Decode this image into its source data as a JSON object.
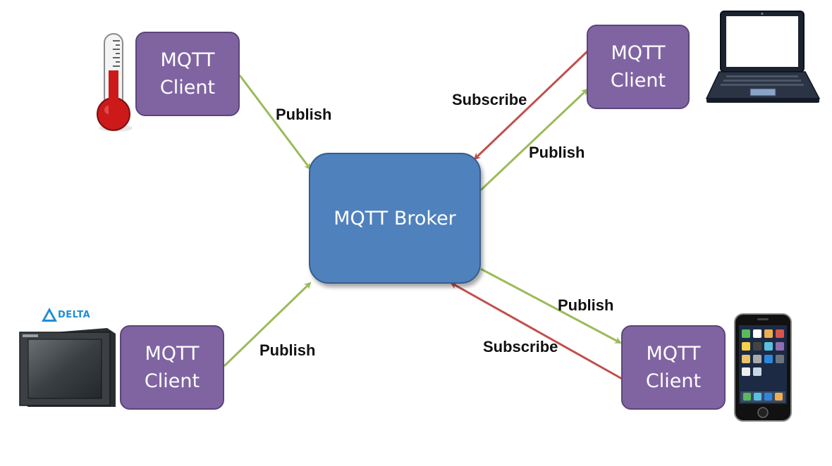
{
  "broker": {
    "label": "MQTT Broker",
    "color": "#4f81bd"
  },
  "clients": [
    {
      "id": "thermometer-client",
      "label": "MQTT\nClient",
      "device_icon": "thermometer-icon"
    },
    {
      "id": "laptop-client",
      "label": "MQTT\nClient",
      "device_icon": "laptop-icon"
    },
    {
      "id": "hmi-client",
      "label": "MQTT\nClient",
      "device_icon": "delta-hmi-panel-icon"
    },
    {
      "id": "phone-client",
      "label": "MQTT\nClient",
      "device_icon": "smartphone-icon"
    }
  ],
  "client_color": "#8064a2",
  "edge_labels": {
    "thermometer_publish": "Publish",
    "laptop_subscribe": "Subscribe",
    "laptop_publish": "Publish",
    "hmi_publish": "Publish",
    "phone_publish": "Publish",
    "phone_subscribe": "Subscribe"
  },
  "edge_colors": {
    "publish": "#9bbb59",
    "subscribe": "#c0504d"
  },
  "hmi_brand": "DELTA"
}
